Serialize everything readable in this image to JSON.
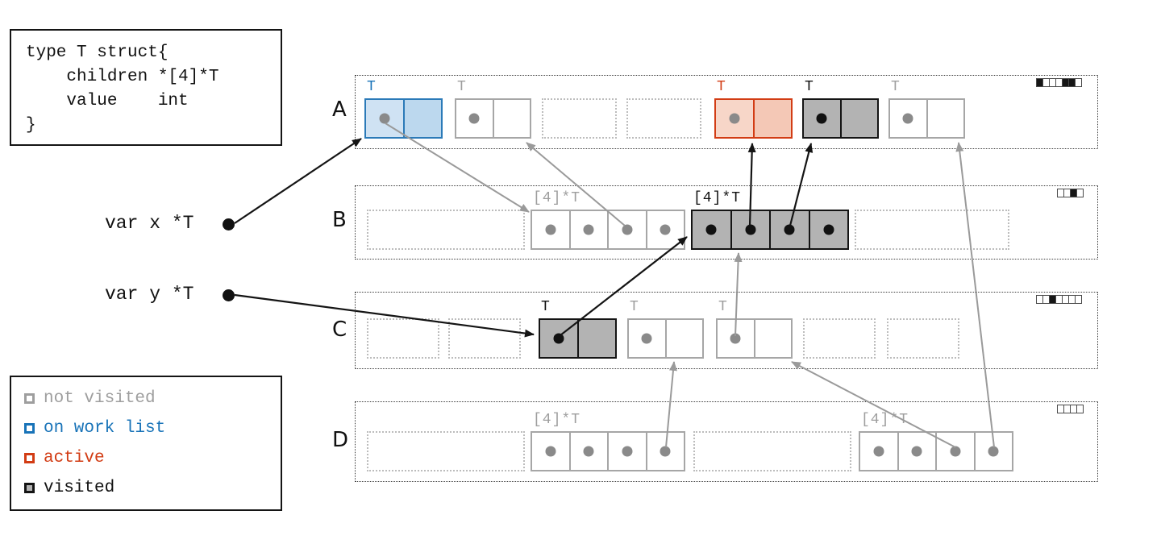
{
  "code": {
    "lines": [
      "type T struct{",
      "    children *[4]*T",
      "    value    int",
      "}"
    ]
  },
  "variables": [
    {
      "label": "var x *T"
    },
    {
      "label": "var y *T"
    }
  ],
  "legend": {
    "items": [
      {
        "label": "not visited",
        "color": "#9e9e9e"
      },
      {
        "label": "on work list",
        "color": "#1873b8"
      },
      {
        "label": "active",
        "color": "#d23c14"
      },
      {
        "label": "visited",
        "color": "#111111"
      }
    ]
  },
  "colors": {
    "not_visited": "#9e9e9e",
    "on_work_list": "#1873b8",
    "active": "#d23c14",
    "visited_fill": "#b3b3b3"
  },
  "spans": [
    {
      "label": "A",
      "meter": [
        1,
        0,
        0,
        0,
        1,
        1,
        0
      ],
      "objects": [
        {
          "type": "T",
          "state": "worklist"
        },
        {
          "type": "T",
          "state": "fresh"
        },
        {
          "state": "empty"
        },
        {
          "state": "empty"
        },
        {
          "type": "T",
          "state": "active"
        },
        {
          "type": "T",
          "state": "visited"
        },
        {
          "type": "T",
          "state": "fresh"
        }
      ]
    },
    {
      "label": "B",
      "meter": [
        0,
        0,
        1,
        0
      ],
      "objects": [
        {
          "state": "empty"
        },
        {
          "type": "[4]*T",
          "state": "fresh"
        },
        {
          "type": "[4]*T",
          "state": "visited"
        },
        {
          "state": "empty"
        }
      ]
    },
    {
      "label": "C",
      "meter": [
        0,
        0,
        1,
        0,
        0,
        0,
        0
      ],
      "objects": [
        {
          "state": "empty"
        },
        {
          "state": "empty"
        },
        {
          "type": "T",
          "state": "visited"
        },
        {
          "type": "T",
          "state": "fresh"
        },
        {
          "type": "T",
          "state": "fresh"
        },
        {
          "state": "empty"
        },
        {
          "state": "empty"
        }
      ]
    },
    {
      "label": "D",
      "meter": [
        0,
        0,
        0,
        0
      ],
      "objects": [
        {
          "state": "empty"
        },
        {
          "type": "[4]*T",
          "state": "fresh"
        },
        {
          "state": "empty"
        },
        {
          "type": "[4]*T",
          "state": "fresh"
        }
      ]
    }
  ]
}
